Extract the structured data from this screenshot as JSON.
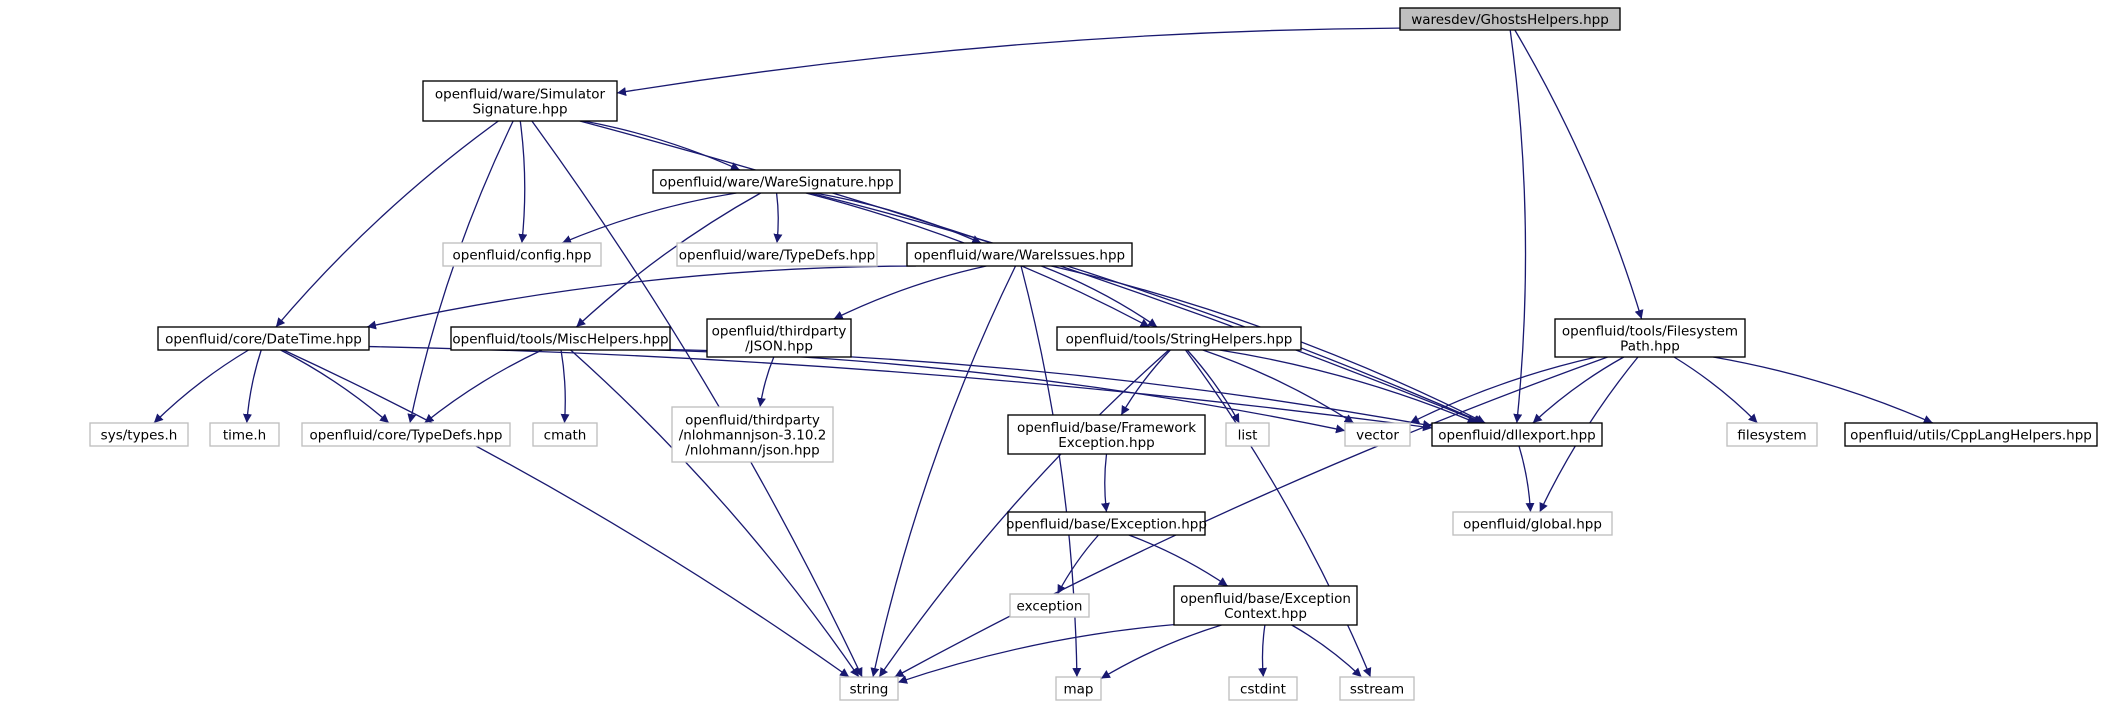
{
  "colors": {
    "edge": "#191970",
    "root_fill": "#bfbfbf",
    "external_border": "#bfbfbf",
    "node_border": "#000000",
    "background": "#ffffff"
  },
  "nodes": [
    {
      "id": "root",
      "kind": "root",
      "lines": [
        "waresdev/GhostsHelpers.hpp"
      ]
    },
    {
      "id": "simsig",
      "kind": "file",
      "lines": [
        "openfluid/ware/Simulator",
        "Signature.hpp"
      ]
    },
    {
      "id": "waresig",
      "kind": "file",
      "lines": [
        "openfluid/ware/WareSignature.hpp"
      ]
    },
    {
      "id": "config",
      "kind": "external",
      "lines": [
        "openfluid/config.hpp"
      ]
    },
    {
      "id": "waretypedefs",
      "kind": "external",
      "lines": [
        "openfluid/ware/TypeDefs.hpp"
      ]
    },
    {
      "id": "wareissues",
      "kind": "file",
      "lines": [
        "openfluid/ware/WareIssues.hpp"
      ]
    },
    {
      "id": "datetime",
      "kind": "file",
      "lines": [
        "openfluid/core/DateTime.hpp"
      ]
    },
    {
      "id": "mischelpers",
      "kind": "file",
      "lines": [
        "openfluid/tools/MiscHelpers.hpp"
      ]
    },
    {
      "id": "json",
      "kind": "file",
      "lines": [
        "openfluid/thirdparty",
        "/JSON.hpp"
      ]
    },
    {
      "id": "stringhelpers",
      "kind": "file",
      "lines": [
        "openfluid/tools/StringHelpers.hpp"
      ]
    },
    {
      "id": "fspath",
      "kind": "file",
      "lines": [
        "openfluid/tools/Filesystem",
        "Path.hpp"
      ]
    },
    {
      "id": "systypes",
      "kind": "external",
      "lines": [
        "sys/types.h"
      ]
    },
    {
      "id": "timeh",
      "kind": "external",
      "lines": [
        "time.h"
      ]
    },
    {
      "id": "coretypedefs",
      "kind": "external",
      "lines": [
        "openfluid/core/TypeDefs.hpp"
      ]
    },
    {
      "id": "cmath",
      "kind": "external",
      "lines": [
        "cmath"
      ]
    },
    {
      "id": "nlohmann",
      "kind": "external",
      "lines": [
        "openfluid/thirdparty",
        "/nlohmannjson-3.10.2",
        "/nlohmann/json.hpp"
      ]
    },
    {
      "id": "fwexc",
      "kind": "file",
      "lines": [
        "openfluid/base/Framework",
        "Exception.hpp"
      ]
    },
    {
      "id": "list",
      "kind": "external",
      "lines": [
        "list"
      ]
    },
    {
      "id": "vector",
      "kind": "external",
      "lines": [
        "vector"
      ]
    },
    {
      "id": "dllexport",
      "kind": "file",
      "lines": [
        "openfluid/dllexport.hpp"
      ]
    },
    {
      "id": "filesystem",
      "kind": "external",
      "lines": [
        "filesystem"
      ]
    },
    {
      "id": "cpplang",
      "kind": "file",
      "lines": [
        "openfluid/utils/CppLangHelpers.hpp"
      ]
    },
    {
      "id": "global",
      "kind": "external",
      "lines": [
        "openfluid/global.hpp"
      ]
    },
    {
      "id": "exception",
      "kind": "file",
      "lines": [
        "openfluid/base/Exception.hpp"
      ]
    },
    {
      "id": "stdexception",
      "kind": "external",
      "lines": [
        "exception"
      ]
    },
    {
      "id": "exccontext",
      "kind": "file",
      "lines": [
        "openfluid/base/Exception",
        "Context.hpp"
      ]
    },
    {
      "id": "string",
      "kind": "external",
      "lines": [
        "string"
      ]
    },
    {
      "id": "map",
      "kind": "external",
      "lines": [
        "map"
      ]
    },
    {
      "id": "cstdint",
      "kind": "external",
      "lines": [
        "cstdint"
      ]
    },
    {
      "id": "sstream",
      "kind": "external",
      "lines": [
        "sstream"
      ]
    }
  ],
  "edges": [
    [
      "root",
      "simsig"
    ],
    [
      "root",
      "dllexport"
    ],
    [
      "root",
      "fspath"
    ],
    [
      "simsig",
      "string"
    ],
    [
      "simsig",
      "datetime"
    ],
    [
      "simsig",
      "coretypedefs"
    ],
    [
      "simsig",
      "config"
    ],
    [
      "simsig",
      "waresig"
    ],
    [
      "simsig",
      "dllexport"
    ],
    [
      "waresig",
      "config"
    ],
    [
      "waresig",
      "waretypedefs"
    ],
    [
      "waresig",
      "wareissues"
    ],
    [
      "waresig",
      "mischelpers"
    ],
    [
      "waresig",
      "stringhelpers"
    ],
    [
      "waresig",
      "dllexport"
    ],
    [
      "wareissues",
      "datetime"
    ],
    [
      "wareissues",
      "json"
    ],
    [
      "wareissues",
      "stringhelpers"
    ],
    [
      "wareissues",
      "string"
    ],
    [
      "wareissues",
      "map"
    ],
    [
      "wareissues",
      "dllexport"
    ],
    [
      "datetime",
      "systypes"
    ],
    [
      "datetime",
      "timeh"
    ],
    [
      "datetime",
      "coretypedefs"
    ],
    [
      "datetime",
      "string"
    ],
    [
      "datetime",
      "dllexport"
    ],
    [
      "mischelpers",
      "coretypedefs"
    ],
    [
      "mischelpers",
      "cmath"
    ],
    [
      "mischelpers",
      "string"
    ],
    [
      "mischelpers",
      "vector"
    ],
    [
      "mischelpers",
      "dllexport"
    ],
    [
      "json",
      "nlohmann"
    ],
    [
      "stringhelpers",
      "fwexc"
    ],
    [
      "stringhelpers",
      "list"
    ],
    [
      "stringhelpers",
      "vector"
    ],
    [
      "stringhelpers",
      "dllexport"
    ],
    [
      "stringhelpers",
      "string"
    ],
    [
      "stringhelpers",
      "sstream"
    ],
    [
      "fwexc",
      "exception"
    ],
    [
      "exception",
      "stdexception"
    ],
    [
      "exception",
      "exccontext"
    ],
    [
      "exccontext",
      "string"
    ],
    [
      "exccontext",
      "map"
    ],
    [
      "exccontext",
      "cstdint"
    ],
    [
      "exccontext",
      "sstream"
    ],
    [
      "fspath",
      "vector"
    ],
    [
      "fspath",
      "dllexport"
    ],
    [
      "fspath",
      "global"
    ],
    [
      "fspath",
      "filesystem"
    ],
    [
      "fspath",
      "cpplang"
    ],
    [
      "fspath",
      "string"
    ],
    [
      "dllexport",
      "global"
    ]
  ]
}
